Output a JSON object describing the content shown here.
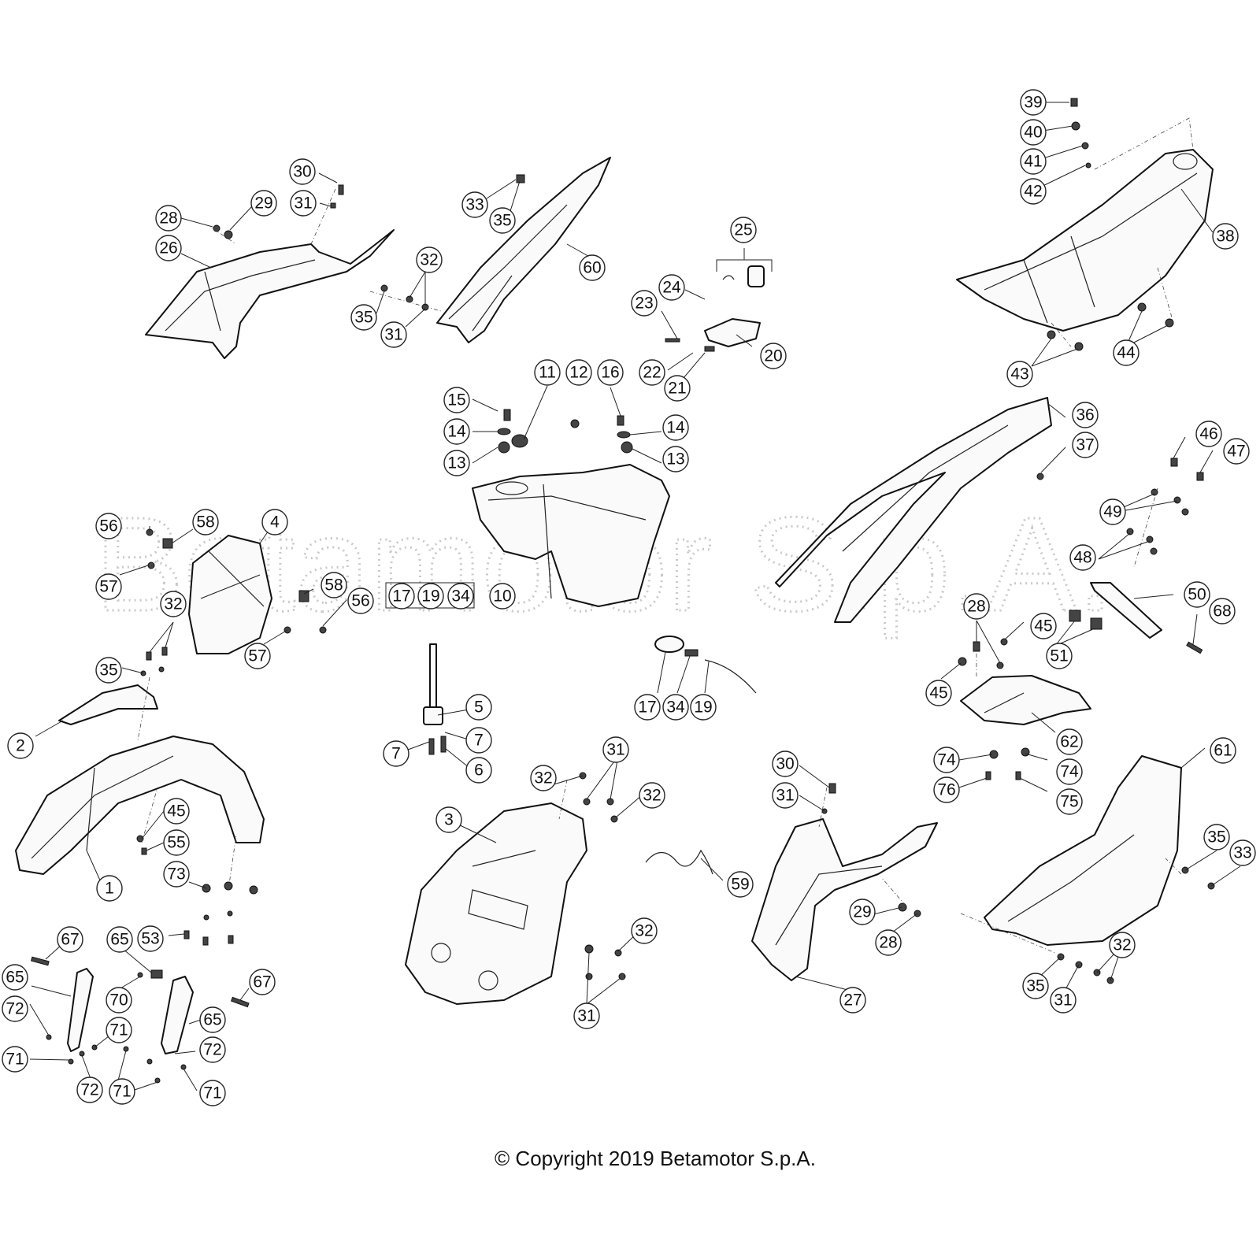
{
  "watermark": "Betamotor S.p.A.",
  "copyright": "© Copyright 2019 Betamotor S.p.A.",
  "labels": {
    "l1": "1",
    "l2": "2",
    "l3": "3",
    "l4": "4",
    "l5": "5",
    "l6": "6",
    "l7": "7",
    "l7b": "7",
    "l10": "10",
    "l11": "11",
    "l12": "12",
    "l13": "13",
    "l13b": "13",
    "l14": "14",
    "l14b": "14",
    "l15": "15",
    "l16": "16",
    "l17": "17",
    "l17b": "17",
    "l19": "19",
    "l19b": "19",
    "l20": "20",
    "l21": "21",
    "l22": "22",
    "l23": "23",
    "l24": "24",
    "l25": "25",
    "l26": "26",
    "l27": "27",
    "l28": "28",
    "l28b": "28",
    "l28c": "28",
    "l29": "29",
    "l29b": "29",
    "l30": "30",
    "l30b": "30",
    "l31": "31",
    "l31b": "31",
    "l31c": "31",
    "l31d": "31",
    "l31e": "31",
    "l31f": "31",
    "l32": "32",
    "l32b": "32",
    "l32c": "32",
    "l32d": "32",
    "l32e": "32",
    "l32f": "32",
    "l33": "33",
    "l33b": "33",
    "l34": "34",
    "l34b": "34",
    "l35": "35",
    "l35b": "35",
    "l35c": "35",
    "l35d": "35",
    "l35e": "35",
    "l36": "36",
    "l37": "37",
    "l38": "38",
    "l39": "39",
    "l40": "40",
    "l41": "41",
    "l42": "42",
    "l43": "43",
    "l44": "44",
    "l45": "45",
    "l45b": "45",
    "l45c": "45",
    "l46": "46",
    "l47": "47",
    "l48": "48",
    "l49": "49",
    "l50": "50",
    "l51": "51",
    "l53": "53",
    "l55": "55",
    "l56": "56",
    "l56b": "56",
    "l57": "57",
    "l57b": "57",
    "l58": "58",
    "l58b": "58",
    "l59": "59",
    "l60": "60",
    "l61": "61",
    "l62": "62",
    "l65": "65",
    "l65b": "65",
    "l65c": "65",
    "l67": "67",
    "l67b": "67",
    "l68": "68",
    "l70": "70",
    "l71": "71",
    "l71b": "71",
    "l71c": "71",
    "l71d": "71",
    "l72": "72",
    "l72b": "72",
    "l72c": "72",
    "l73": "73",
    "l74": "74",
    "l74b": "74",
    "l75": "75",
    "l76": "76"
  }
}
